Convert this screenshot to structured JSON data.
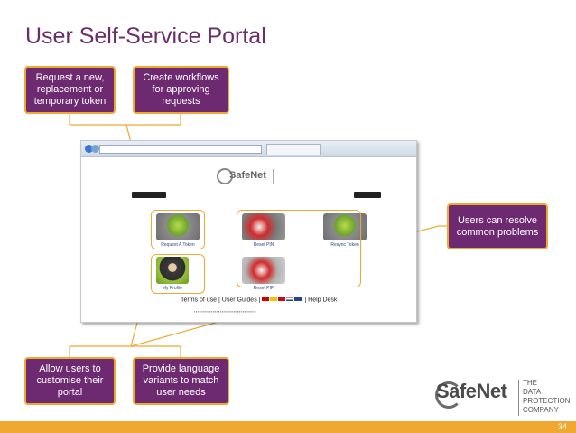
{
  "slide": {
    "title": "User Self-Service Portal",
    "page_number": "34"
  },
  "callouts": [
    {
      "id": "c1",
      "text": "Request a new, replacement or temporary token"
    },
    {
      "id": "c2",
      "text": "Create workflows for approving requests"
    },
    {
      "id": "c3",
      "text": "Users can resolve common problems"
    },
    {
      "id": "c4",
      "text": "Allow users to customise their portal"
    },
    {
      "id": "c5",
      "text": "Provide language variants to match user needs"
    }
  ],
  "portal": {
    "tiles": [
      {
        "label": "Request A Token",
        "icon": "token-request-icon"
      },
      {
        "label": "Reset PIN",
        "icon": "pin-reset-icon"
      },
      {
        "label": "Resync Token",
        "icon": "token-resync-icon"
      },
      {
        "label": "My Profile",
        "icon": "user-profile-icon"
      },
      {
        "label": "Reset PIP",
        "icon": "pip-reset-icon"
      }
    ],
    "footer_links": {
      "terms": "Terms of use",
      "guides": "User Guides",
      "help": "Help Desk"
    },
    "flag_colors": [
      "#d40000",
      "#f2c500",
      "#d40000",
      "#ffffff",
      "#21468b"
    ]
  },
  "brand": {
    "name": "SafeNet",
    "tagline_1": "THE",
    "tagline_2": "DATA",
    "tagline_3": "PROTECTION",
    "tagline_4": "COMPANY"
  },
  "colors": {
    "title": "#6b2c6b",
    "callout_bg": "#6e2a70",
    "accent": "#f0a830"
  }
}
